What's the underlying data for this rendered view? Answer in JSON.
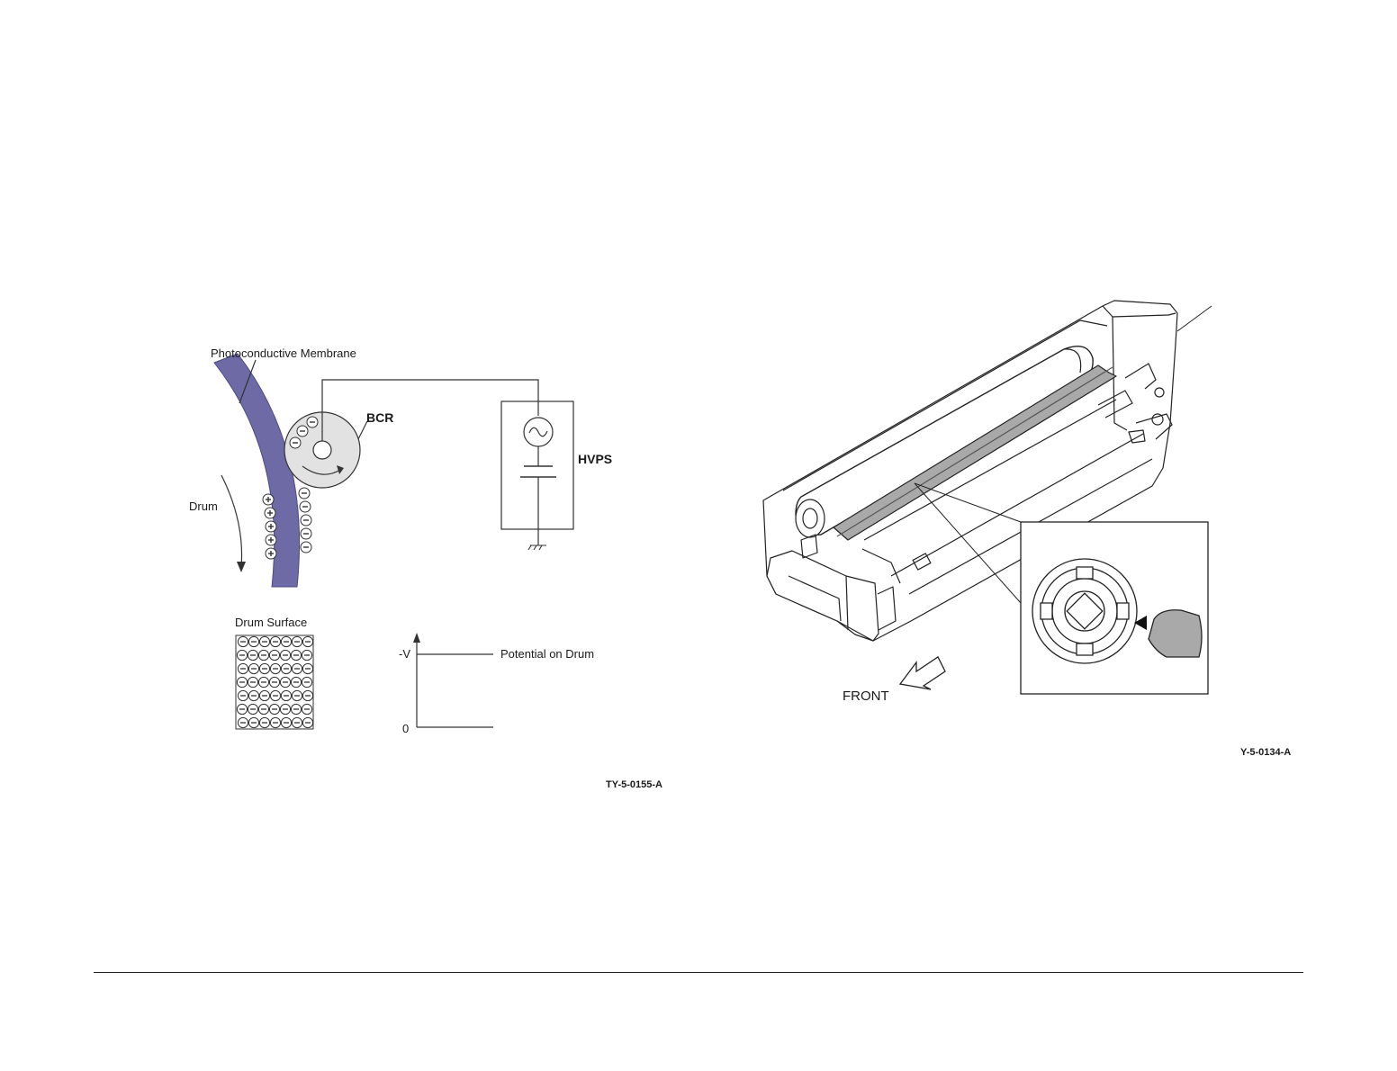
{
  "bcr_figure": {
    "labels": {
      "membrane": "Photoconductive Membrane",
      "bcr": "BCR",
      "hvps": "HVPS",
      "drum": "Drum",
      "drum_surface": "Drum Surface",
      "potential": "Potential on Drum",
      "neg_v": "-V",
      "zero": "0"
    },
    "figure_id": "TY-5-0155-A",
    "colors": {
      "membrane": "#6d6aa6",
      "bcr_fill": "#e2e2e2",
      "line": "#333333"
    },
    "charge_symbols": {
      "negative": "−",
      "positive": "+"
    }
  },
  "drum_cartridge_figure": {
    "labels": {
      "front": "FRONT"
    },
    "figure_id": "Y-5-0134-A",
    "colors": {
      "handle_fill": "#a9a9a9",
      "line": "#222222"
    }
  }
}
